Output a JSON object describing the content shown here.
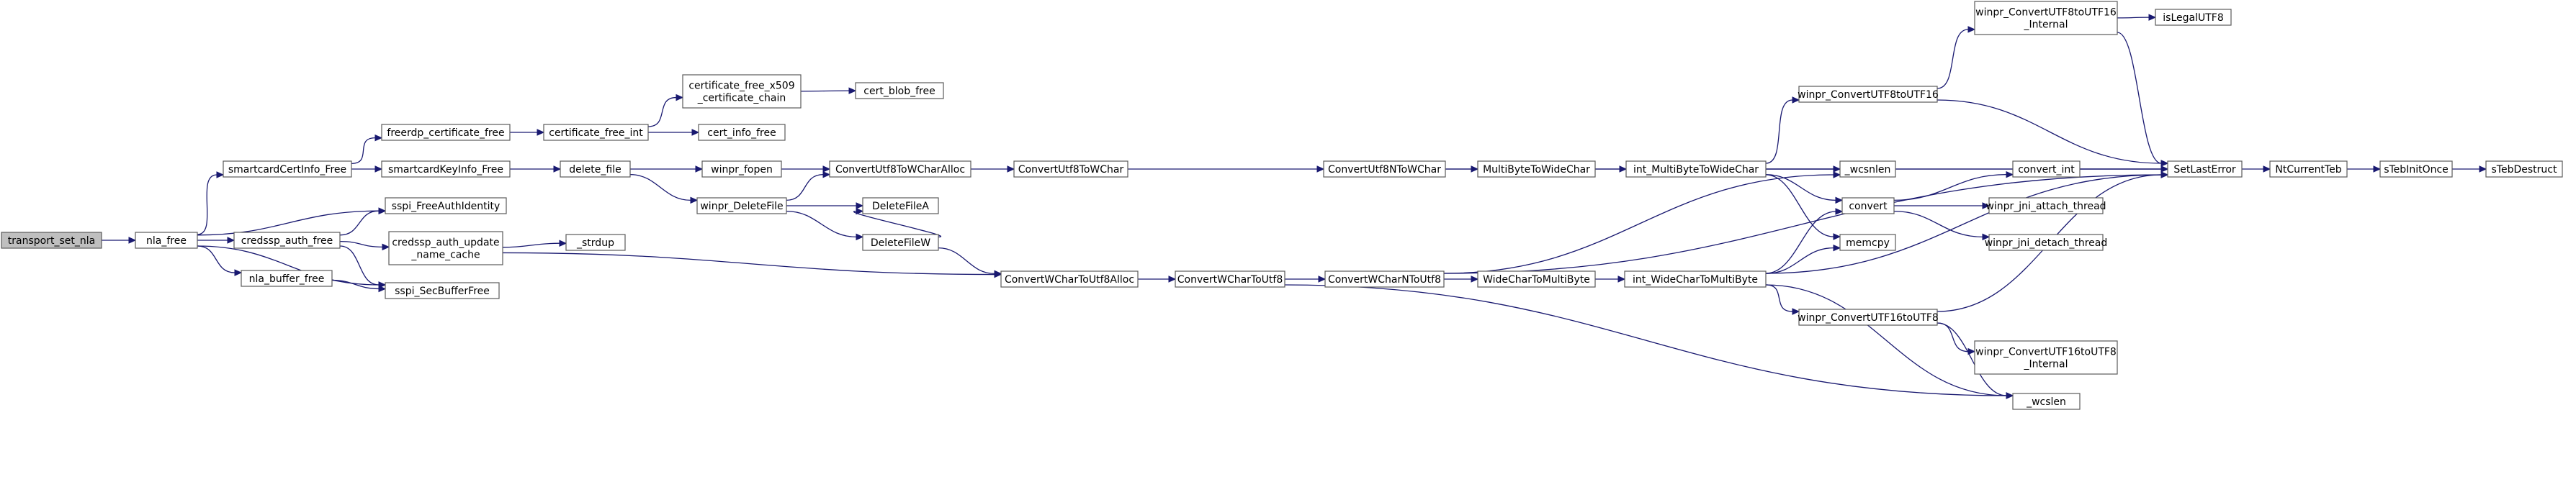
{
  "graph": {
    "nodes": [
      {
        "id": "transport_set_nla",
        "lines": [
          "transport_set_nla"
        ],
        "root": true
      },
      {
        "id": "nla_free",
        "lines": [
          "nla_free"
        ]
      },
      {
        "id": "smartcardCertInfo_Free",
        "lines": [
          "smartcardCertInfo_Free"
        ]
      },
      {
        "id": "sspi_FreeAuthIdentity",
        "lines": [
          "sspi_FreeAuthIdentity"
        ]
      },
      {
        "id": "credssp_auth_free",
        "lines": [
          "credssp_auth_free"
        ]
      },
      {
        "id": "nla_buffer_free",
        "lines": [
          "nla_buffer_free"
        ]
      },
      {
        "id": "sspi_SecBufferFree",
        "lines": [
          "sspi_SecBufferFree"
        ]
      },
      {
        "id": "freerdp_certificate_free",
        "lines": [
          "freerdp_certificate_free"
        ]
      },
      {
        "id": "smartcardKeyInfo_Free",
        "lines": [
          "smartcardKeyInfo_Free"
        ]
      },
      {
        "id": "credssp_auth_update_name_cache",
        "lines": [
          "credssp_auth_update",
          "_name_cache"
        ]
      },
      {
        "id": "certificate_free_int",
        "lines": [
          "certificate_free_int"
        ]
      },
      {
        "id": "delete_file",
        "lines": [
          "delete_file"
        ]
      },
      {
        "id": "_strdup",
        "lines": [
          "_strdup"
        ]
      },
      {
        "id": "certificate_free_x509_certificate_chain",
        "lines": [
          "certificate_free_x509",
          "_certificate_chain"
        ]
      },
      {
        "id": "cert_info_free",
        "lines": [
          "cert_info_free"
        ]
      },
      {
        "id": "winpr_fopen",
        "lines": [
          "winpr_fopen"
        ]
      },
      {
        "id": "winpr_DeleteFile",
        "lines": [
          "winpr_DeleteFile"
        ]
      },
      {
        "id": "cert_blob_free",
        "lines": [
          "cert_blob_free"
        ]
      },
      {
        "id": "ConvertUtf8ToWCharAlloc",
        "lines": [
          "ConvertUtf8ToWCharAlloc"
        ]
      },
      {
        "id": "DeleteFileA",
        "lines": [
          "DeleteFileA"
        ]
      },
      {
        "id": "DeleteFileW",
        "lines": [
          "DeleteFileW"
        ]
      },
      {
        "id": "ConvertWCharToUtf8Alloc",
        "lines": [
          "ConvertWCharToUtf8Alloc"
        ]
      },
      {
        "id": "ConvertUtf8ToWChar",
        "lines": [
          "ConvertUtf8ToWChar"
        ]
      },
      {
        "id": "ConvertWCharToUtf8",
        "lines": [
          "ConvertWCharToUtf8"
        ]
      },
      {
        "id": "ConvertUtf8NToWChar",
        "lines": [
          "ConvertUtf8NToWChar"
        ]
      },
      {
        "id": "ConvertWCharNToUtf8",
        "lines": [
          "ConvertWCharNToUtf8"
        ]
      },
      {
        "id": "MultiByteToWideChar",
        "lines": [
          "MultiByteToWideChar"
        ]
      },
      {
        "id": "WideCharToMultiByte",
        "lines": [
          "WideCharToMultiByte"
        ]
      },
      {
        "id": "int_MultiByteToWideChar",
        "lines": [
          "int_MultiByteToWideChar"
        ]
      },
      {
        "id": "int_WideCharToMultiByte",
        "lines": [
          "int_WideCharToMultiByte"
        ]
      },
      {
        "id": "winpr_ConvertUTF8toUTF16",
        "lines": [
          "winpr_ConvertUTF8toUTF16"
        ]
      },
      {
        "id": "winpr_ConvertUTF8toUTF16_Internal",
        "lines": [
          "winpr_ConvertUTF8toUTF16",
          "_Internal"
        ]
      },
      {
        "id": "_wcsnlen",
        "lines": [
          "_wcsnlen"
        ]
      },
      {
        "id": "convert",
        "lines": [
          "convert"
        ]
      },
      {
        "id": "memcpy",
        "lines": [
          "memcpy"
        ]
      },
      {
        "id": "winpr_ConvertUTF16toUTF8",
        "lines": [
          "winpr_ConvertUTF16toUTF8"
        ]
      },
      {
        "id": "winpr_ConvertUTF16toUTF8_Internal",
        "lines": [
          "winpr_ConvertUTF16toUTF8",
          "_Internal"
        ]
      },
      {
        "id": "_wcslen",
        "lines": [
          "_wcslen"
        ]
      },
      {
        "id": "isLegalUTF8",
        "lines": [
          "isLegalUTF8"
        ]
      },
      {
        "id": "convert_int",
        "lines": [
          "convert_int"
        ]
      },
      {
        "id": "winpr_jni_attach_thread",
        "lines": [
          "winpr_jni_attach_thread"
        ]
      },
      {
        "id": "winpr_jni_detach_thread",
        "lines": [
          "winpr_jni_detach_thread"
        ]
      },
      {
        "id": "SetLastError",
        "lines": [
          "SetLastError"
        ]
      },
      {
        "id": "NtCurrentTeb",
        "lines": [
          "NtCurrentTeb"
        ]
      },
      {
        "id": "sTebInitOnce",
        "lines": [
          "sTebInitOnce"
        ]
      },
      {
        "id": "sTebDestruct",
        "lines": [
          "sTebDestruct"
        ]
      }
    ],
    "edges": [
      [
        "transport_set_nla",
        "nla_free"
      ],
      [
        "nla_free",
        "smartcardCertInfo_Free"
      ],
      [
        "nla_free",
        "sspi_FreeAuthIdentity"
      ],
      [
        "nla_free",
        "credssp_auth_free"
      ],
      [
        "nla_free",
        "nla_buffer_free"
      ],
      [
        "nla_free",
        "sspi_SecBufferFree"
      ],
      [
        "smartcardCertInfo_Free",
        "freerdp_certificate_free"
      ],
      [
        "smartcardCertInfo_Free",
        "smartcardKeyInfo_Free"
      ],
      [
        "credssp_auth_free",
        "sspi_FreeAuthIdentity"
      ],
      [
        "credssp_auth_free",
        "credssp_auth_update_name_cache"
      ],
      [
        "credssp_auth_free",
        "sspi_SecBufferFree"
      ],
      [
        "nla_buffer_free",
        "sspi_SecBufferFree"
      ],
      [
        "freerdp_certificate_free",
        "certificate_free_int"
      ],
      [
        "smartcardKeyInfo_Free",
        "delete_file"
      ],
      [
        "credssp_auth_update_name_cache",
        "_strdup"
      ],
      [
        "credssp_auth_update_name_cache",
        "ConvertWCharToUtf8Alloc"
      ],
      [
        "certificate_free_int",
        "certificate_free_x509_certificate_chain"
      ],
      [
        "certificate_free_int",
        "cert_info_free"
      ],
      [
        "certificate_free_x509_certificate_chain",
        "cert_blob_free"
      ],
      [
        "delete_file",
        "winpr_fopen"
      ],
      [
        "delete_file",
        "winpr_DeleteFile"
      ],
      [
        "winpr_fopen",
        "ConvertUtf8ToWCharAlloc"
      ],
      [
        "winpr_DeleteFile",
        "ConvertUtf8ToWCharAlloc"
      ],
      [
        "winpr_DeleteFile",
        "DeleteFileA"
      ],
      [
        "winpr_DeleteFile",
        "DeleteFileW"
      ],
      [
        "DeleteFileW",
        "DeleteFileA"
      ],
      [
        "DeleteFileW",
        "ConvertWCharToUtf8Alloc"
      ],
      [
        "ConvertUtf8ToWCharAlloc",
        "ConvertUtf8ToWChar"
      ],
      [
        "ConvertUtf8ToWChar",
        "ConvertUtf8NToWChar"
      ],
      [
        "ConvertWCharToUtf8Alloc",
        "ConvertWCharToUtf8"
      ],
      [
        "ConvertWCharToUtf8",
        "ConvertWCharNToUtf8"
      ],
      [
        "ConvertWCharToUtf8",
        "_wcslen"
      ],
      [
        "ConvertUtf8NToWChar",
        "MultiByteToWideChar"
      ],
      [
        "ConvertUtf8NToWChar",
        "SetLastError"
      ],
      [
        "ConvertWCharNToUtf8",
        "WideCharToMultiByte"
      ],
      [
        "ConvertWCharNToUtf8",
        "_wcsnlen"
      ],
      [
        "ConvertWCharNToUtf8",
        "SetLastError"
      ],
      [
        "MultiByteToWideChar",
        "int_MultiByteToWideChar"
      ],
      [
        "WideCharToMultiByte",
        "int_WideCharToMultiByte"
      ],
      [
        "int_MultiByteToWideChar",
        "winpr_ConvertUTF8toUTF16"
      ],
      [
        "int_MultiByteToWideChar",
        "SetLastError"
      ],
      [
        "int_MultiByteToWideChar",
        "_wcsnlen"
      ],
      [
        "int_MultiByteToWideChar",
        "convert"
      ],
      [
        "int_MultiByteToWideChar",
        "memcpy"
      ],
      [
        "int_WideCharToMultiByte",
        "convert"
      ],
      [
        "int_WideCharToMultiByte",
        "memcpy"
      ],
      [
        "int_WideCharToMultiByte",
        "SetLastError"
      ],
      [
        "int_WideCharToMultiByte",
        "winpr_ConvertUTF16toUTF8"
      ],
      [
        "int_WideCharToMultiByte",
        "_wcslen"
      ],
      [
        "winpr_ConvertUTF8toUTF16",
        "winpr_ConvertUTF8toUTF16_Internal"
      ],
      [
        "winpr_ConvertUTF8toUTF16",
        "SetLastError"
      ],
      [
        "winpr_ConvertUTF8toUTF16_Internal",
        "isLegalUTF8"
      ],
      [
        "winpr_ConvertUTF8toUTF16_Internal",
        "SetLastError"
      ],
      [
        "convert",
        "convert_int"
      ],
      [
        "convert",
        "winpr_jni_attach_thread"
      ],
      [
        "convert",
        "winpr_jni_detach_thread"
      ],
      [
        "convert_int",
        "SetLastError"
      ],
      [
        "winpr_ConvertUTF16toUTF8",
        "winpr_ConvertUTF16toUTF8_Internal"
      ],
      [
        "winpr_ConvertUTF16toUTF8",
        "SetLastError"
      ],
      [
        "winpr_ConvertUTF16toUTF8",
        "_wcslen"
      ],
      [
        "SetLastError",
        "NtCurrentTeb"
      ],
      [
        "NtCurrentTeb",
        "sTebInitOnce"
      ],
      [
        "sTebInitOnce",
        "sTebDestruct"
      ]
    ]
  },
  "colors": {
    "node_fill": "#ffffff",
    "root_fill": "#bfbfbf",
    "node_border": "#5a5a5a",
    "edge": "#191970"
  }
}
